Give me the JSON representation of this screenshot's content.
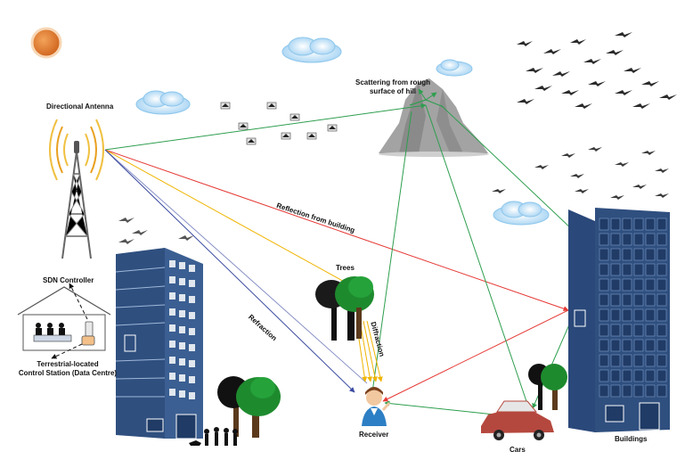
{
  "labels": {
    "directional_antenna": "Directional Antenna",
    "scattering_line1": "Scattering from rough",
    "scattering_line2": "surface of hill",
    "reflection": "Reflection from building",
    "trees": "Trees",
    "diffraction": "Diffraction",
    "refraction": "Refraction",
    "sdn_controller": "SDN Controller",
    "control_station_line1": "Terrestrial-located",
    "control_station_line2": "Control Station (Data Centre)",
    "receiver": "Receiver",
    "cars": "Cars",
    "buildings": "Buildings"
  },
  "colors": {
    "reflection_ray": "#e53935",
    "scattering_ray": "#2e9e4f",
    "diffraction_ray": "#f0b400",
    "refraction_ray": "#3a4aa0",
    "building": "#2f4f7f",
    "building_window": "#1f3b66",
    "tree_leaf": "#1e8a2e",
    "tree_trunk": "#5b3a1c",
    "hill": "#9e9e9e",
    "cloud": "#bfe0f7",
    "sun": "#e07b2a",
    "car": "#b5483e"
  }
}
